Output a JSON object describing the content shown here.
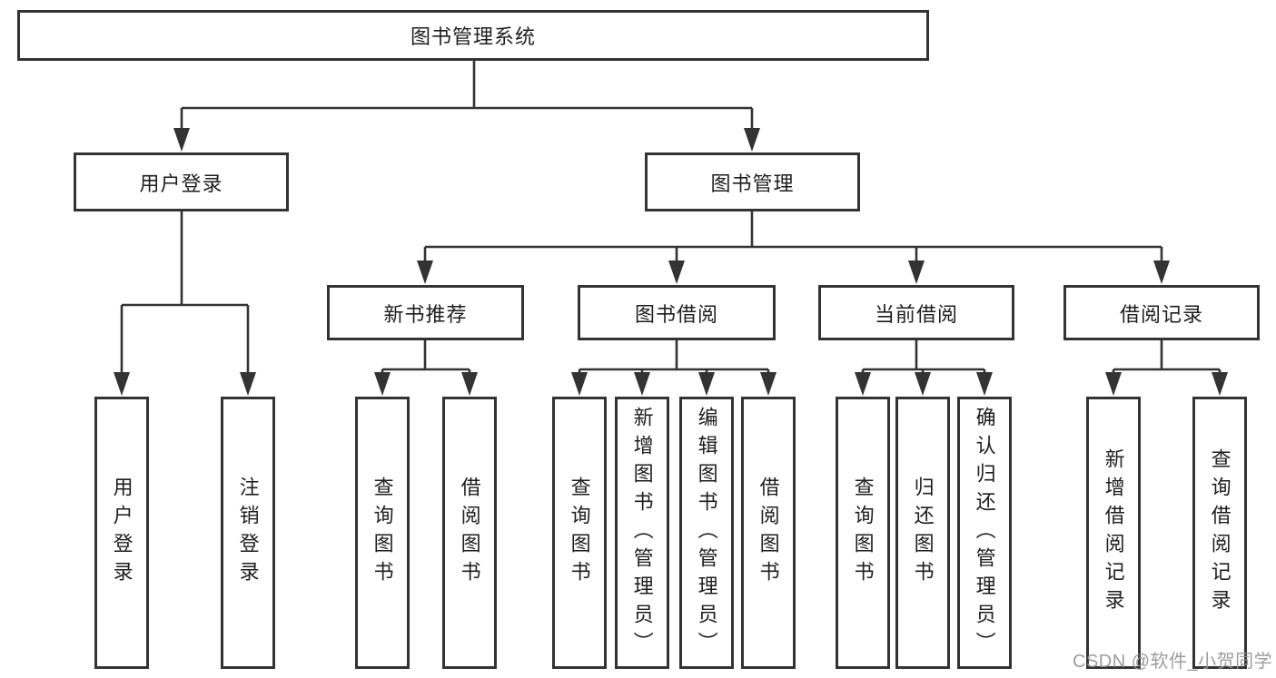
{
  "tree": {
    "root": {
      "label": "图书管理系统"
    },
    "level2": [
      {
        "label": "用户登录"
      },
      {
        "label": "图书管理"
      }
    ],
    "level3": [
      {
        "label": "新书推荐"
      },
      {
        "label": "图书借阅"
      },
      {
        "label": "当前借阅"
      },
      {
        "label": "借阅记录"
      }
    ],
    "leaves": [
      {
        "label": "用户登录"
      },
      {
        "label": "注销登录"
      },
      {
        "label": "查询图书"
      },
      {
        "label": "借阅图书"
      },
      {
        "label": "查询图书"
      },
      {
        "label": "新增图书（管理员）"
      },
      {
        "label": "编辑图书（管理员）"
      },
      {
        "label": "借阅图书"
      },
      {
        "label": "查询图书"
      },
      {
        "label": "归还图书"
      },
      {
        "label": "确认归还（管理员）"
      },
      {
        "label": "新增借阅记录"
      },
      {
        "label": "查询借阅记录"
      }
    ]
  },
  "watermark": {
    "text": "CSDN @软件_小贺同学"
  },
  "colors": {
    "line": "#333333",
    "text": "#1e1e1e",
    "box_background": "#ffffff",
    "watermark": "#949494",
    "background": "#ffffff"
  }
}
